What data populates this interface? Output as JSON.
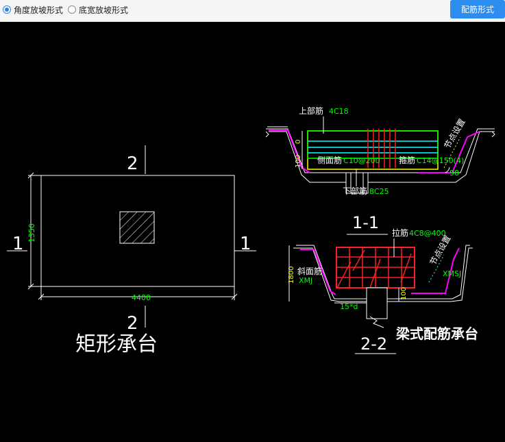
{
  "toolbar": {
    "options": [
      {
        "label": "角度放坡形式",
        "selected": true
      },
      {
        "label": "底宽放坡形式",
        "selected": false
      }
    ],
    "button_label": "配筋形式"
  },
  "drawing": {
    "plan": {
      "section_mark_2": "2",
      "section_mark_1": "1",
      "dim_height": "1350",
      "dim_width": "4400",
      "title": "矩形承台"
    },
    "section_1_1": {
      "label_top_bar": "上部筋",
      "top_bar_spec": "4C18",
      "label_side_bar": "侧面筋",
      "side_bar_spec": "C10@200",
      "label_stirrup": "箍筋",
      "stirrup_spec": "C14@150(4)",
      "label_bottom_bar": "下部筋",
      "bottom_bar_spec": "8C25",
      "node_setting": "节点设置",
      "angle": "90",
      "dim_zero": "0",
      "dim_left": "100",
      "title": "1-1"
    },
    "section_2_2": {
      "label_tie": "拉筋",
      "tie_spec": "4C8@400",
      "label_slope_bar": "斜面筋",
      "slope_left_code": "XMJ",
      "slope_right_code": "XMSJ",
      "node_setting": "节点设置",
      "dim_height": "1800",
      "dim_anchor": "15*d",
      "dim_right": "100",
      "title": "2-2"
    },
    "caption": "梁式配筋承台"
  },
  "colors": {
    "accent": "#2d8cf0",
    "rebar_red": "#ff2020",
    "rebar_yellow": "#ffff00",
    "rebar_green": "#00ff00",
    "rebar_cyan": "#00ffff",
    "slope_magenta": "#ff00ff",
    "label_green": "#00ff00",
    "line_white": "#ffffff"
  }
}
